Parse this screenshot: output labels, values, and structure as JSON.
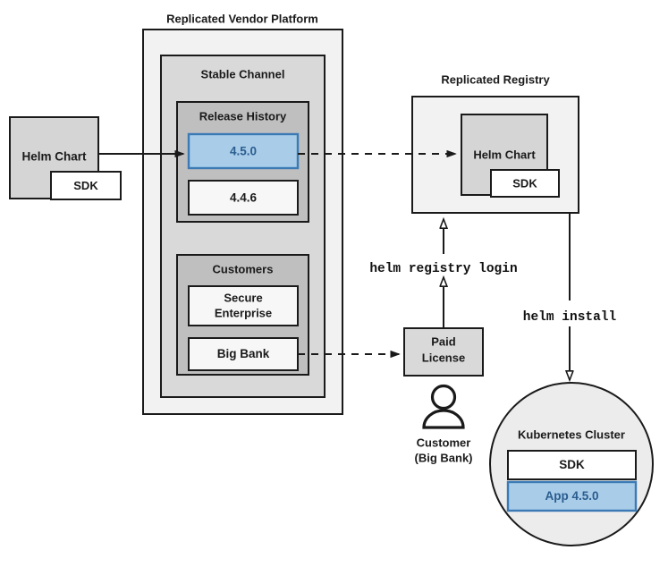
{
  "diagram": {
    "title_vendor_platform": "Replicated Vendor Platform",
    "title_registry": "Replicated Registry",
    "colors": {
      "platform_fill": "#f2f2f2",
      "channel_fill": "#d9d9d9",
      "release_history_fill": "#bfbfbf",
      "customers_fill": "#bfbfbf",
      "white_box_fill": "#f7f7f7",
      "helm_chart_fill": "#d5d5d5",
      "accent_blue_fill": "#a9cce8",
      "accent_blue_stroke": "#3b7ab5",
      "accent_blue_text": "#2a5d8f",
      "stroke": "#1a1a1a",
      "registry_fill": "#f2f2f2",
      "cluster_fill": "#ececec",
      "license_fill": "#d9d9d9"
    },
    "source_chart": {
      "label": "Helm Chart",
      "sdk_label": "SDK"
    },
    "vendor_platform": {
      "channel_label": "Stable Channel",
      "release_history": {
        "label": "Release History",
        "versions": [
          {
            "label": "4.5.0",
            "highlighted": true
          },
          {
            "label": "4.4.6",
            "highlighted": false
          }
        ]
      },
      "customers": {
        "label": "Customers",
        "entries": [
          {
            "label": "Secure Enterprise"
          },
          {
            "label": "Big Bank"
          }
        ]
      }
    },
    "registry": {
      "helm_chart_label": "Helm Chart",
      "sdk_label": "SDK"
    },
    "license": {
      "label_line1": "Paid",
      "label_line2": "License"
    },
    "customer_actor": {
      "label_line1": "Customer",
      "label_line2": "(Big Bank)"
    },
    "cluster": {
      "label": "Kubernetes Cluster",
      "components": [
        {
          "label": "SDK",
          "highlighted": false
        },
        {
          "label": "App 4.5.0",
          "highlighted": true
        }
      ]
    },
    "commands": {
      "registry_login": "helm registry login",
      "install": "helm install"
    }
  }
}
